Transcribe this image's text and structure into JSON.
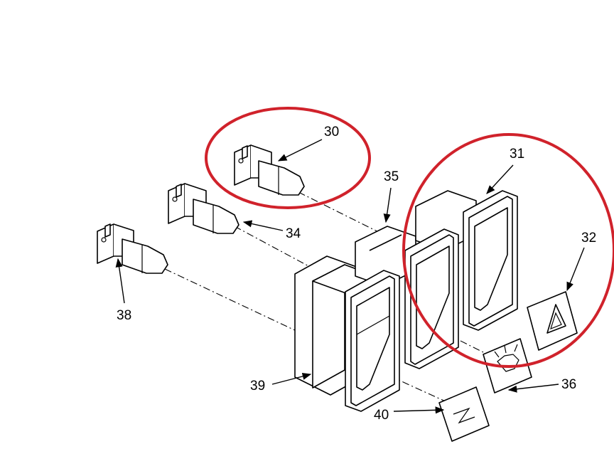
{
  "callouts": {
    "c30": "30",
    "c31": "31",
    "c32": "32",
    "c34": "34",
    "c35": "35",
    "c36": "36",
    "c38": "38",
    "c39": "39",
    "c40": "40"
  },
  "colors": {
    "highlight": "#d0222b",
    "ink": "#000000"
  }
}
